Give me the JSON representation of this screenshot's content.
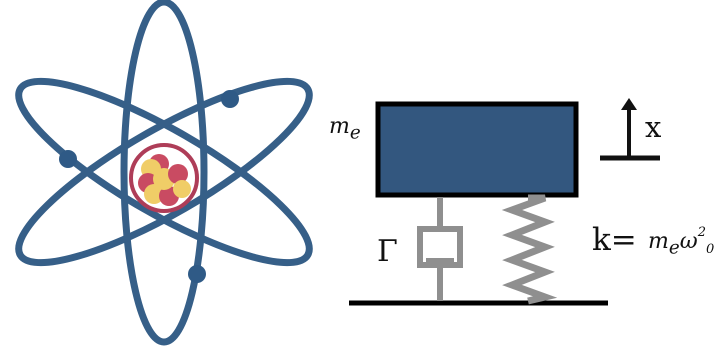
{
  "labels": {
    "mass_symbol": "m",
    "mass_subscript": "e",
    "displacement": "x",
    "damping": "Γ",
    "spring_prefix": "k=",
    "spring_mass_symbol": "m",
    "spring_mass_subscript": "e",
    "omega_symbol": "ω",
    "omega_superscript": "2",
    "omega_subscript": "0"
  },
  "colors": {
    "orbit": "#365f88",
    "electron": "#2f5a86",
    "nucleus_ring": "#ae3d58",
    "nucleus_fill": "#ffffff",
    "proton": "#c94b62",
    "neutron": "#f0cd67",
    "mass_fill": "#33577f",
    "mass_border": "#000000",
    "damper": "#8f8f8f",
    "spring": "#8f8f8f",
    "ground": "#000000",
    "axis": "#111111"
  }
}
